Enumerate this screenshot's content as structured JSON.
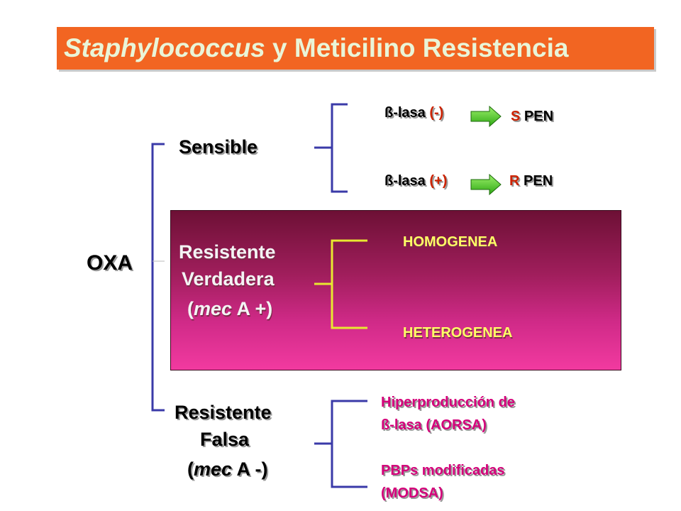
{
  "title": {
    "italic_part": "Staphylococcus",
    "rest": " y Meticilino Resistencia"
  },
  "root": {
    "label": "OXA"
  },
  "sensible": {
    "label": "Sensible",
    "branch_neg": {
      "prefix": "ß-lasa ",
      "sign": "(-)",
      "result_letter": "S",
      "result_text": " PEN"
    },
    "branch_pos": {
      "prefix": "ß-lasa ",
      "sign": "(+)",
      "result_letter": "R",
      "result_text": " PEN"
    }
  },
  "resistente_verdadera": {
    "line1": "Resistente",
    "line2": "Verdadera",
    "line3_open": "(",
    "line3_italic": "mec",
    "line3_rest": " A +)",
    "sub_top": "HOMOGENEA",
    "sub_bottom": "HETEROGENEA"
  },
  "resistente_falsa": {
    "line1": "Resistente",
    "line2": "Falsa",
    "line3_open": "(",
    "line3_italic": "mec",
    "line3_rest": " A -)",
    "sub_top_line1": "Hiperproducción de",
    "sub_top_line2": "ß-lasa (AORSA)",
    "sub_bottom_line1": "PBPs modificadas",
    "sub_bottom_line2": "(MODSA)"
  },
  "colors": {
    "title_bg": "#f26522",
    "bracket": "#3a3aa8",
    "yellow_bracket": "#e8e830",
    "arrow": "#44cc22"
  }
}
